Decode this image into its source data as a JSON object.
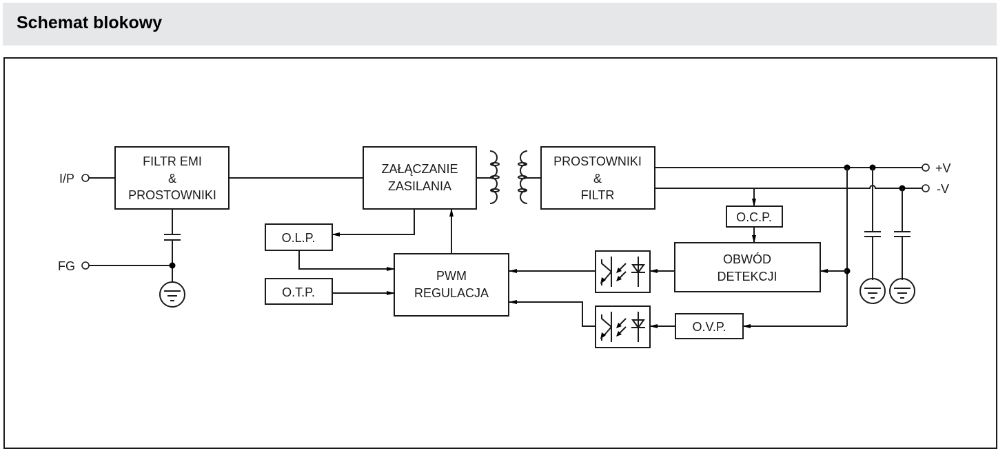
{
  "header": {
    "title": "Schemat blokowy"
  },
  "diagram": {
    "terminals": {
      "input": "I/P",
      "frame_ground": "FG",
      "positive_output": "+V",
      "negative_output": "-V"
    },
    "blocks": {
      "emi_filter": [
        "FILTR EMI",
        "&",
        "PROSTOWNIKI"
      ],
      "power_switching": [
        "ZAŁĄCZANIE",
        "ZASILANIA"
      ],
      "rectifier_filter": [
        "PROSTOWNIKI",
        "&",
        "FILTR"
      ],
      "olp": "O.L.P.",
      "otp": "O.T.P.",
      "pwm": [
        "PWM",
        "REGULACJA"
      ],
      "ocp": "O.C.P.",
      "detection": [
        "OBWÓD",
        "DETEKCJI"
      ],
      "ovp": "O.V.P."
    },
    "symbols": [
      "transformer",
      "optocoupler",
      "optocoupler",
      "capacitor",
      "capacitor",
      "capacitor",
      "earth-ground",
      "earth-ground",
      "earth-ground"
    ]
  }
}
